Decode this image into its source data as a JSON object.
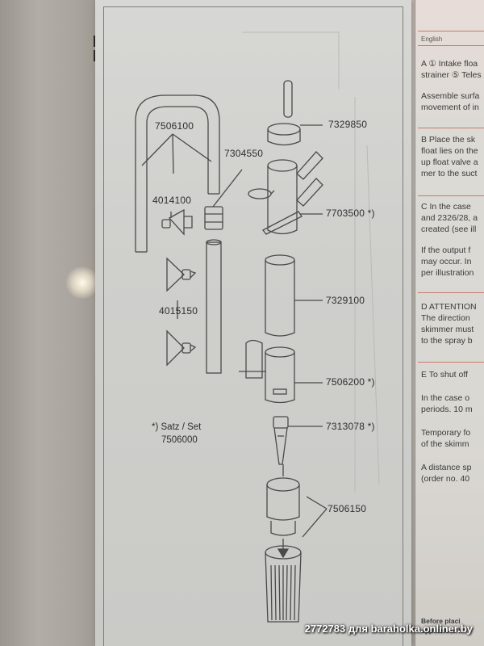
{
  "manual_page": {
    "part_numbers": {
      "bent_tube": "7506100",
      "connector": "7304550",
      "suction_cup_a": "4014100",
      "suction_cup_b": "4015150",
      "clip": "7329850",
      "skimmer_head": "7703500 *)",
      "tube": "7329100",
      "float_valve": "7506200 *)",
      "sleeve": "7313078 *)",
      "strainer": "7506150"
    },
    "note_line1": "*)  Satz / Set",
    "note_line2": "7506000"
  },
  "facing_page": {
    "language": "English",
    "lines": [
      "A  ① Intake floa",
      "strainer  ⑤ Teles",
      "Assemble surfa",
      "movement of in",
      "B  Place the sk",
      "float lies on the",
      "up float valve a",
      "mer to the suct",
      "C   In the case",
      "and 2326/28, a",
      "created (see ill",
      "If the output f",
      "may occur.  In",
      "per illustration",
      "D  ATTENTION",
      "The direction",
      "skimmer must",
      "to the spray b",
      "E  To shut off",
      "In the case o",
      "periods. 10 m",
      "Temporary fo",
      "of the skimm",
      "A distance sp",
      "(order no. 40",
      "Before placi",
      "appliances h"
    ]
  },
  "watermark": "2772783 для baraholka.onliner.by"
}
